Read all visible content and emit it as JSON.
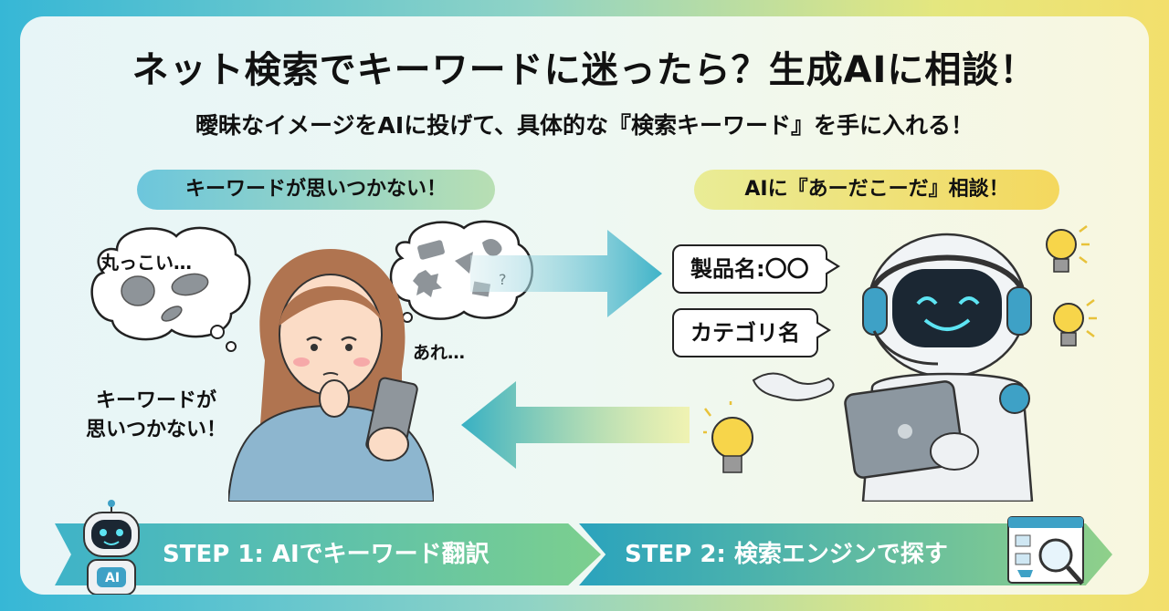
{
  "header": {
    "title": "ネット検索でキーワードに迷ったら？生成AIに相談！",
    "subtitle": "曖昧なイメージをAIに投げて、具体的な『検索キーワード』を手に入れる！"
  },
  "left_panel": {
    "pill": "キーワードが思いつかない！",
    "thought_text": "丸っこい…",
    "are_text": "あれ…",
    "side_line1": "キーワードが",
    "side_line2": "思いつかない！"
  },
  "right_panel": {
    "pill": "AIに『あーだこーだ』相談！",
    "speech_1": "製品名:〇〇",
    "speech_2": "カテゴリ名"
  },
  "steps": {
    "step1": "STEP 1: AIでキーワード翻訳",
    "step2": "STEP 2: 検索エンジンで探す",
    "robot_badge": "AI"
  },
  "icons": [
    "thought-bubble-icon",
    "robot-icon",
    "lightbulb-icon",
    "arrow-right-icon",
    "arrow-left-icon",
    "browser-search-icon",
    "cart-icon",
    "magnifier-icon"
  ],
  "colors": {
    "teal": "#36b7d6",
    "yellow": "#f3df6c",
    "green": "#7ccf8e"
  }
}
